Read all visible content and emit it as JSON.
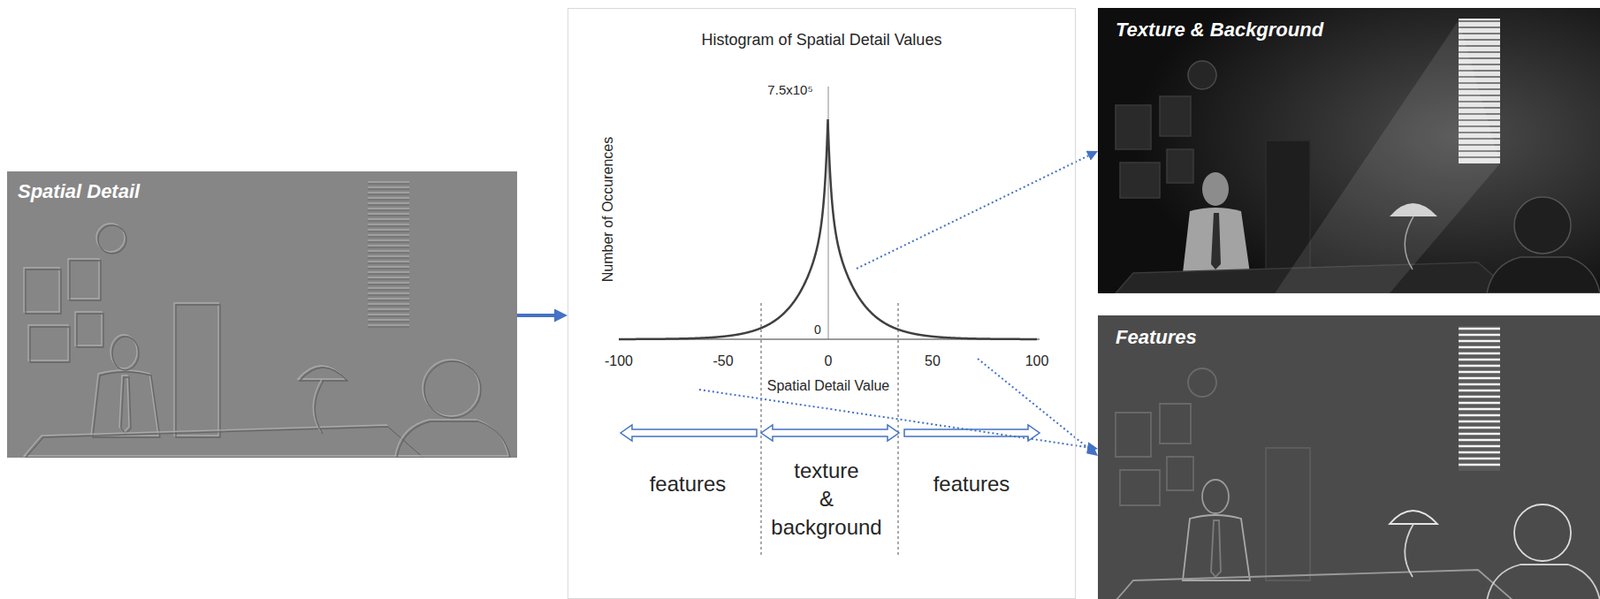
{
  "diagram": {
    "nodes": [
      {
        "text": [
          "Spatial Detail"
        ]
      },
      {
        "text": [
          "Histogram of Spatial Detail Values"
        ]
      },
      {
        "text": [
          "Texture & Background"
        ]
      },
      {
        "text": [
          "Features"
        ]
      }
    ],
    "edges": [
      {
        "from": 0,
        "to": 1,
        "arrow": "to"
      },
      {
        "from": 1,
        "to": 2,
        "arrow": "to"
      },
      {
        "from": 1,
        "to": 3,
        "arrow": "to"
      },
      {
        "from": 1,
        "to": 3,
        "arrow": "to"
      }
    ],
    "labels": [
      "7.5x10⁵",
      "Number of Occurences",
      "0",
      "-100",
      "-50",
      "0",
      "50",
      "100",
      "Spatial Detail Value",
      "features",
      "texture & background",
      "features"
    ]
  }
}
